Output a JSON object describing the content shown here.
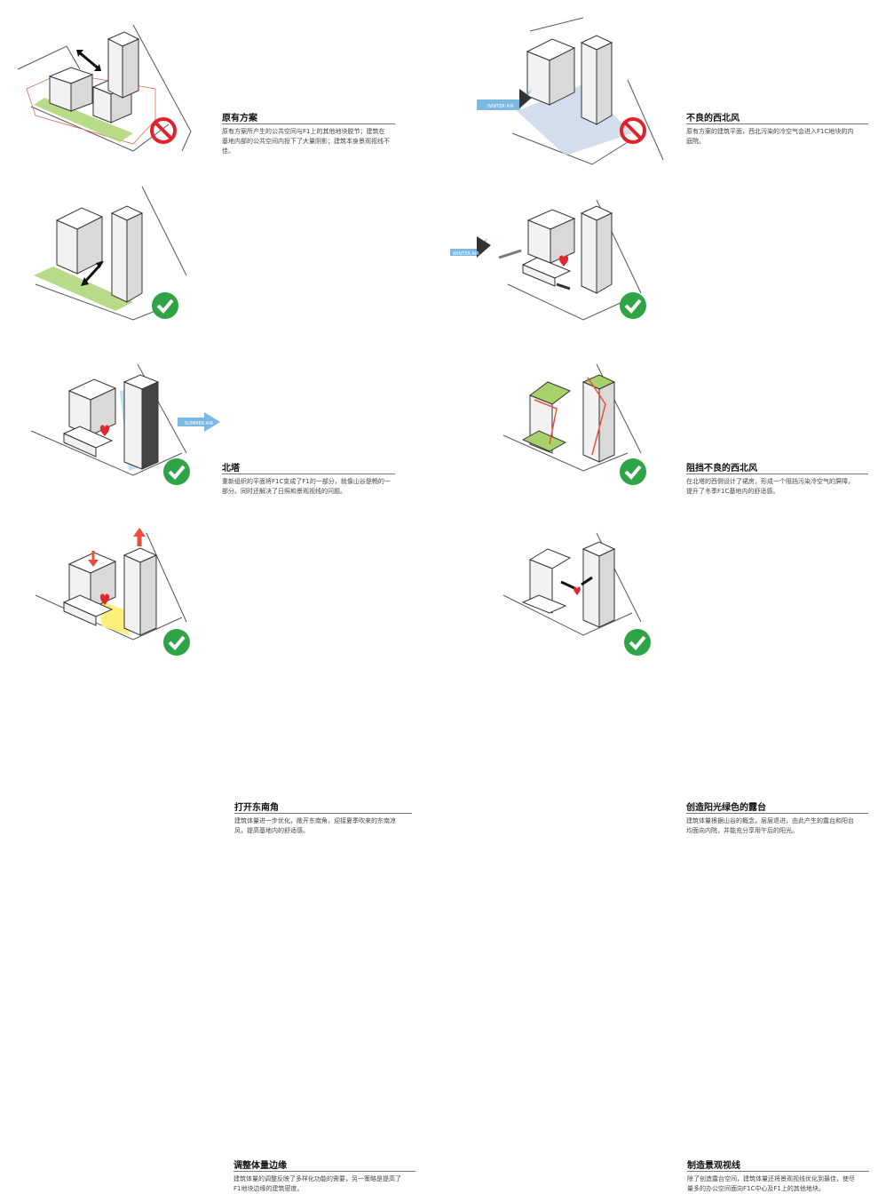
{
  "colors": {
    "ok_green": "#2ea444",
    "ban_red": "#e0232b",
    "grass": "#a6d16b",
    "wind_blue": "#7bb8e2",
    "wind_grey": "#444444",
    "arrow_red": "#e8503a",
    "heart": "#e1272d",
    "sun_yellow": "#fbf079",
    "shadow_blue": "#c8d6e8"
  },
  "panels": [
    {
      "title": "原有方案",
      "lines": [
        "原有方案所产生的公共空间与F1上的其他地块脱节；建筑在",
        "基地内部的公共空间内投下了大量阴影；建筑本身景观视线不",
        "佳。"
      ],
      "status_icon": "prohibited-icon",
      "winds": []
    },
    {
      "title": "不良的西北风",
      "lines": [
        "原有方案的建筑平面，西北污染的冷空气会进入F1C地块的内",
        "庭院。"
      ],
      "status_icon": "prohibited-icon",
      "winds": [
        "WINTER AIR"
      ]
    },
    {
      "title": "北塔",
      "lines": [
        "重新组织的平面将F1C变成了F1的一部分，就像山谷是畅的一",
        "部分。同时还解决了日照和景观视线的问题。"
      ],
      "status_icon": "check-icon",
      "winds": []
    },
    {
      "title": "阻挡不良的西北风",
      "lines": [
        "在北塔的西侧设计了裙房，形成一个阻挡污染冷空气的屏障，",
        "提升了冬季F1C基地内的舒适感。"
      ],
      "status_icon": "check-icon",
      "winds": [
        "WINTER AIR"
      ]
    },
    {
      "title": "打开东南角",
      "lines": [
        "建筑体量进一步优化，敞开东南角，迎接夏季吹来的东南凉",
        "风，提高基地内的舒适感。"
      ],
      "status_icon": "check-icon",
      "winds": [
        "SUMMER AIR"
      ]
    },
    {
      "title": "创造阳光绿色的露台",
      "lines": [
        "建筑体量根据山谷的概念，层层退进，由此产生的露台和阳台",
        "均面向内院，并能充分享用午后的阳光。"
      ],
      "status_icon": "check-icon",
      "winds": []
    },
    {
      "title": "调整体量边缘",
      "lines": [
        "建筑体量的调整反映了多样化功能的需要，另一策略是提高了",
        "F1地块边缘的建筑密度。"
      ],
      "status_icon": "check-icon",
      "winds": []
    },
    {
      "title": "制造景观视线",
      "lines": [
        "除了创造露台空间，建筑体量还将景观视线优化到最佳，使尽",
        "量多的办公空间面向F1C中心及F1上的其他地块。"
      ],
      "status_icon": "check-icon",
      "winds": []
    }
  ]
}
